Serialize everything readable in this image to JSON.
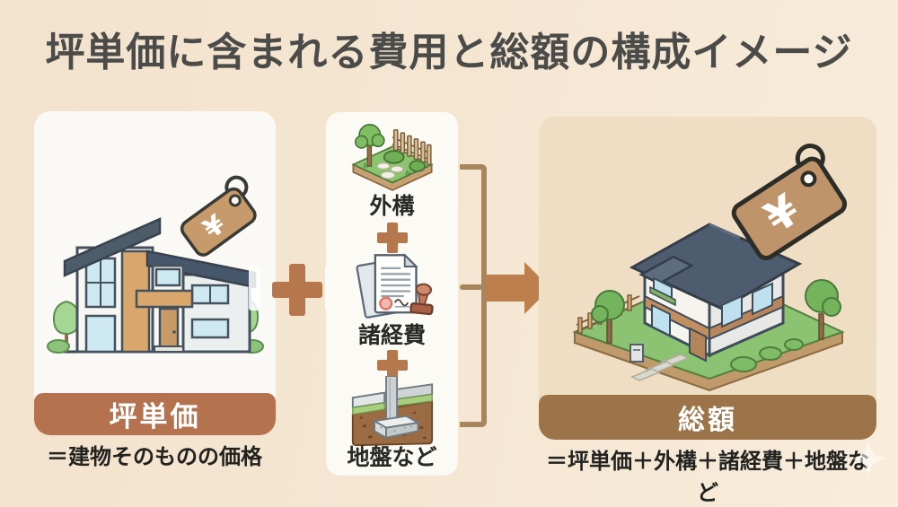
{
  "title": "坪単価に含まれる費用と総額の構成イメージ",
  "left_card": {
    "label": "坪単価",
    "caption": "＝建物そのものの価格",
    "tag_symbol": "¥",
    "icon": "modern-house-with-price-tag-illustration"
  },
  "middle_card": {
    "items": [
      {
        "label": "外構",
        "icon": "garden-exterior-icon"
      },
      {
        "label": "諸経費",
        "icon": "documents-stamp-icon"
      },
      {
        "label": "地盤など",
        "icon": "foundation-ground-icon"
      }
    ],
    "plus_icon": "plus-icon"
  },
  "connector": {
    "plus_icon": "plus-icon",
    "bracket_icon": "bracket-brace",
    "arrow_icon": "arrow-right-icon",
    "sparkle_icon": "sparkle-icon"
  },
  "right_card": {
    "label": "総額",
    "caption": "＝坪単価＋外構＋諸経費＋地盤など",
    "tag_symbol": "¥",
    "icon": "isometric-house-with-yard-price-tag-illustration"
  },
  "colors": {
    "background": "#f5e7d3",
    "title_text": "#4b4b49",
    "left_bar": "#b5724f",
    "right_bar": "#9d7449",
    "accent_plus": "#b5774b",
    "bracket": "#a8855c",
    "arrow": "#bd7f4d",
    "caption_text": "#222220",
    "card_white": "#fbf9f5",
    "card_beige": "#efddc4"
  }
}
